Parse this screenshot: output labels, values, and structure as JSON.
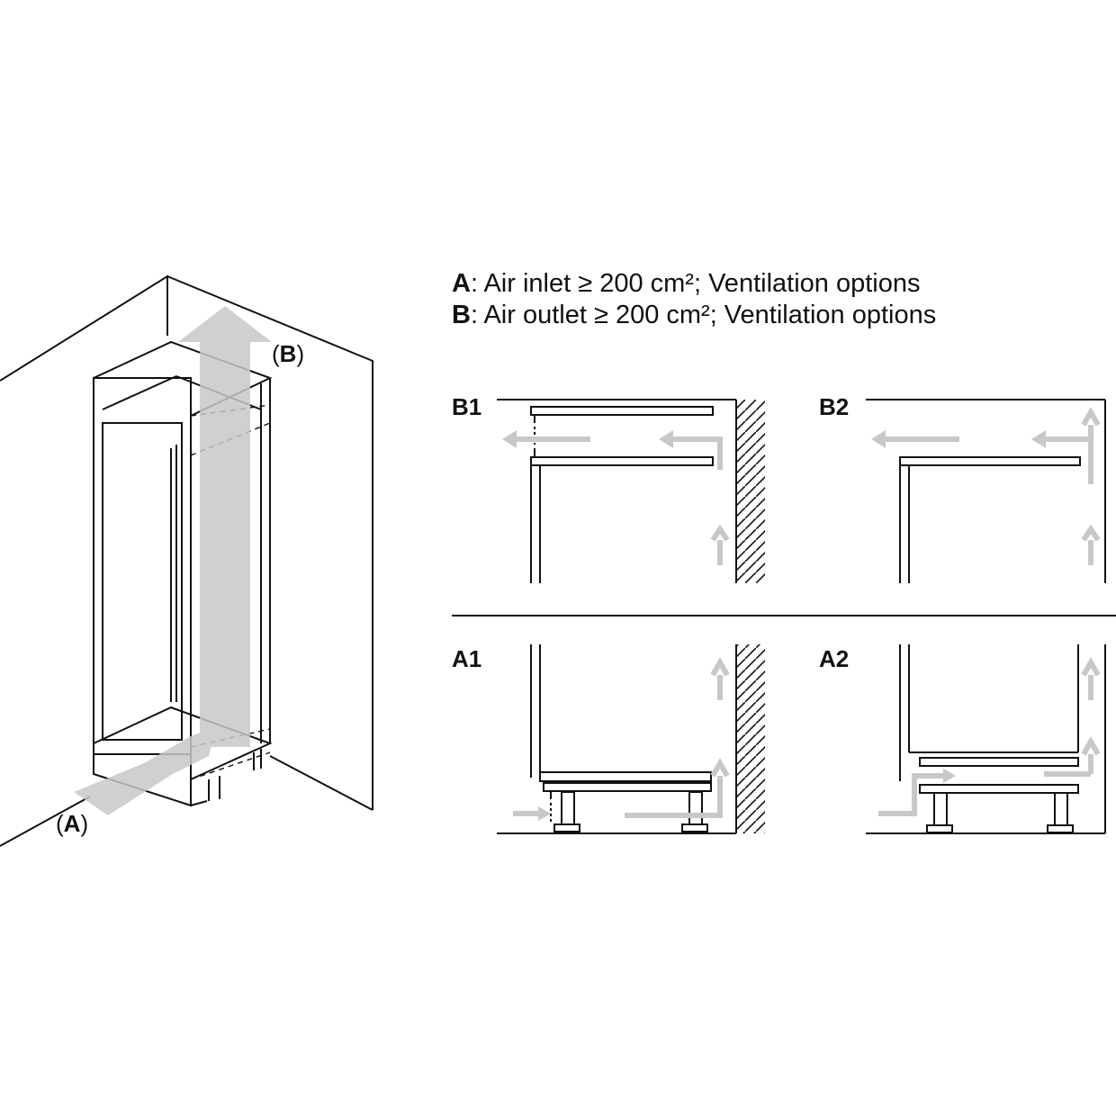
{
  "legend": {
    "inlet_key": "A",
    "inlet_text": ": Air inlet ≥ 200 cm²; Ventilation options",
    "outlet_key": "B",
    "outlet_text": ": Air outlet ≥ 200 cm²; Ventilation options"
  },
  "labels": {
    "inlet": "A",
    "outlet": "B",
    "b1": "B1",
    "b2": "B2",
    "a1": "A1",
    "a2": "A2"
  },
  "colors": {
    "line": "#111111",
    "arrow": "#c8c8c8"
  }
}
